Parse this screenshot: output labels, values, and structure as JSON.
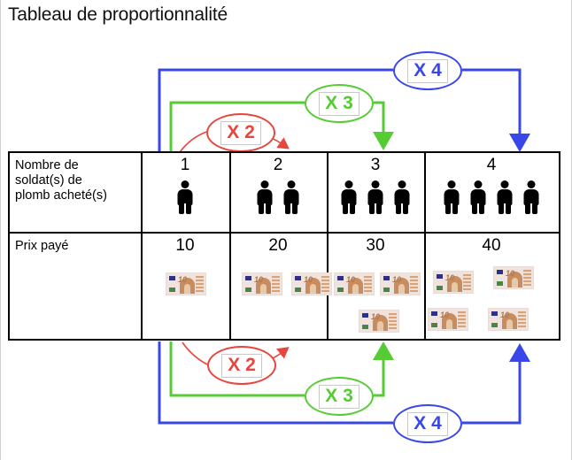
{
  "page": {
    "title": "Tableau de proportionnalité",
    "background": "#ffffff"
  },
  "colors": {
    "red": "#e8453c",
    "green": "#55cc33",
    "blue": "#3a47e8",
    "table_border": "#000000",
    "text": "#000000"
  },
  "table": {
    "rows": [
      {
        "label": "Nombre de\nsoldat(s)  de\nplomb acheté(s)",
        "label_line1": "Nombre de",
        "label_line2": "soldat(s)  de",
        "label_line3": "plomb acheté(s)",
        "values": [
          "1",
          "2",
          "3",
          "4"
        ],
        "icon": "soldier-icon",
        "icon_counts": [
          1,
          2,
          3,
          4
        ]
      },
      {
        "label": "Prix payé",
        "label_line1": "Prix payé",
        "values": [
          "10",
          "20",
          "30",
          "40"
        ],
        "icon": "banknote-10-euro-icon",
        "icon_counts": [
          1,
          2,
          3,
          4
        ]
      }
    ]
  },
  "annotations": {
    "top": [
      {
        "label": "X 2",
        "color": "#e8453c",
        "from_column": 1,
        "to_column": 2,
        "multiplier": 2
      },
      {
        "label": "X 3",
        "color": "#55cc33",
        "from_column": 1,
        "to_column": 3,
        "multiplier": 3
      },
      {
        "label": "X 4",
        "color": "#3a47e8",
        "from_column": 1,
        "to_column": 4,
        "multiplier": 4
      }
    ],
    "bottom": [
      {
        "label": "X 2",
        "color": "#e8453c",
        "from_column": 1,
        "to_column": 2,
        "multiplier": 2
      },
      {
        "label": "X 3",
        "color": "#55cc33",
        "from_column": 1,
        "to_column": 3,
        "multiplier": 3
      },
      {
        "label": "X 4",
        "color": "#3a47e8",
        "from_column": 1,
        "to_column": 4,
        "multiplier": 4
      }
    ]
  }
}
